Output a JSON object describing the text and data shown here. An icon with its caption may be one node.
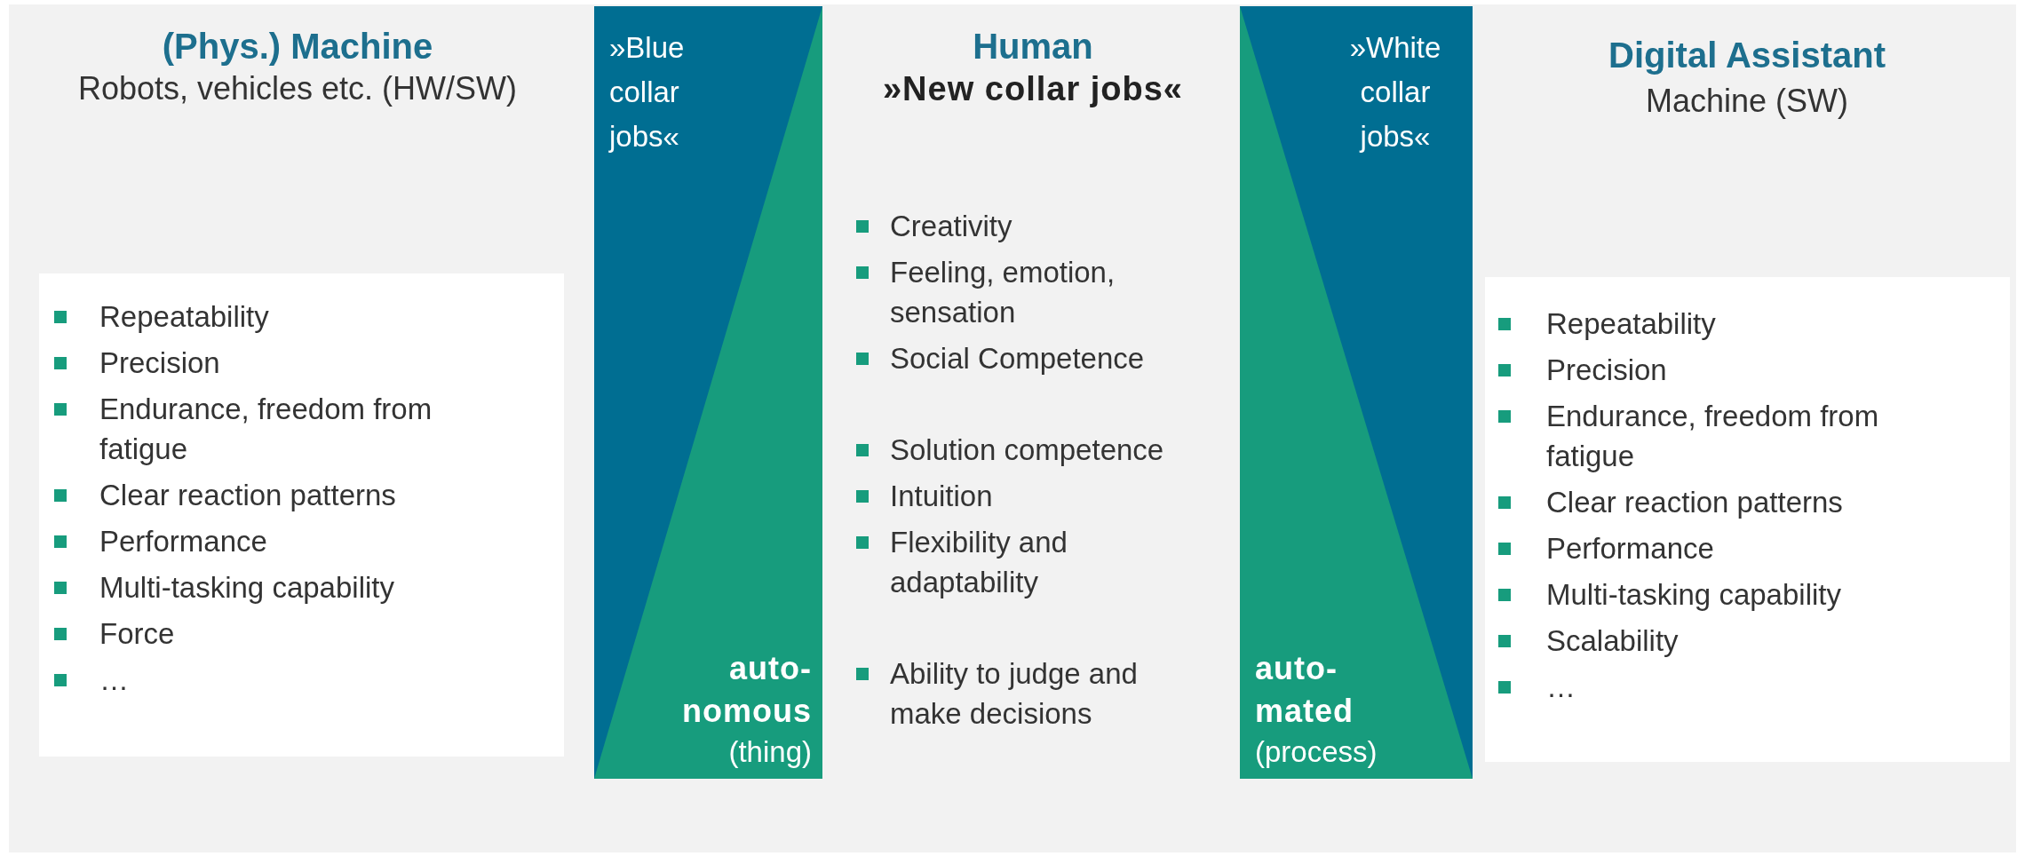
{
  "diagram": {
    "nodes": [
      {
        "text": [
          "Repeatability",
          "Precision",
          "Endurance, freedom from fatigue",
          "Clear reaction patterns",
          "Performance",
          "Multi-tasking capability",
          "Force",
          "…"
        ]
      },
      {
        "text": [
          "»Blue collar jobs«",
          "auto-nomous",
          "(thing)"
        ]
      },
      {
        "text": [
          "Human",
          "»New collar jobs«",
          "Creativity",
          "Feeling, emotion, sensation",
          "Social Competence",
          "Solution competence",
          "Intuition",
          "Flexibility and adaptability",
          "Ability to judge and make decisions"
        ]
      },
      {
        "text": [
          "»White collar jobs«",
          "auto-mated",
          "(process)"
        ]
      },
      {
        "text": [
          "Repeatability",
          "Precision",
          "Endurance, freedom from fatigue",
          "Clear reaction patterns",
          "Performance",
          "Multi-tasking capability",
          "Scalability",
          "…"
        ]
      }
    ],
    "edges": [],
    "labels": [
      "(Phys.) Machine",
      "Robots, vehicles etc. (HW/SW)",
      "Digital Assistant",
      "Machine (SW)"
    ]
  }
}
